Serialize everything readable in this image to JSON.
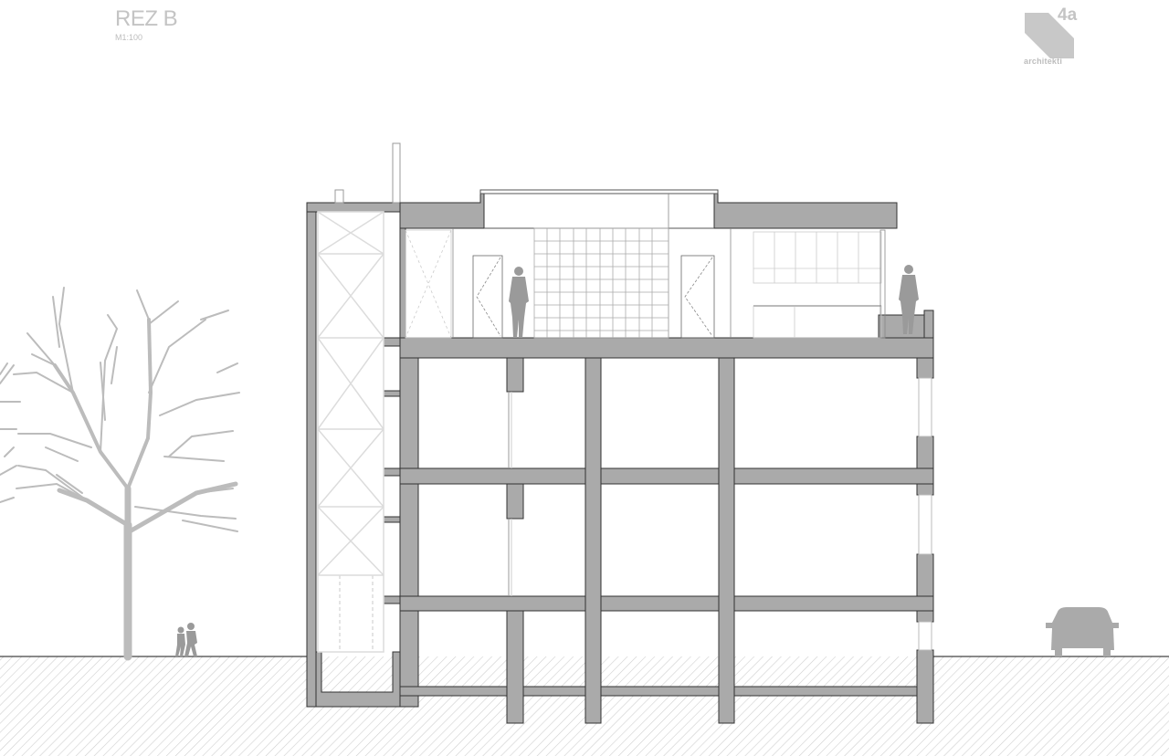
{
  "drawing": {
    "title": "REZ B",
    "scale": "M1:100",
    "type": "building-section"
  },
  "logo": {
    "number": "4a",
    "name": "architekti"
  },
  "colors": {
    "title_gray": "#c4c4c4",
    "structure_fill": "#aaaaaa",
    "structure_stroke": "#333333",
    "entourage_fill": "#9a9a9a",
    "tree_gray": "#bcbcbc",
    "hatch": "#cccccc",
    "fixture_line": "#d6d6d6"
  },
  "elements": {
    "tree": "tree-silhouette",
    "pedestrians": "two-children-walking",
    "car": "car-front-view",
    "rooftop_person_1": "person-standing",
    "rooftop_person_2": "person-standing",
    "floors": [
      "basement",
      "ground-floor",
      "first-floor",
      "second-floor",
      "roof-pavilion"
    ]
  }
}
